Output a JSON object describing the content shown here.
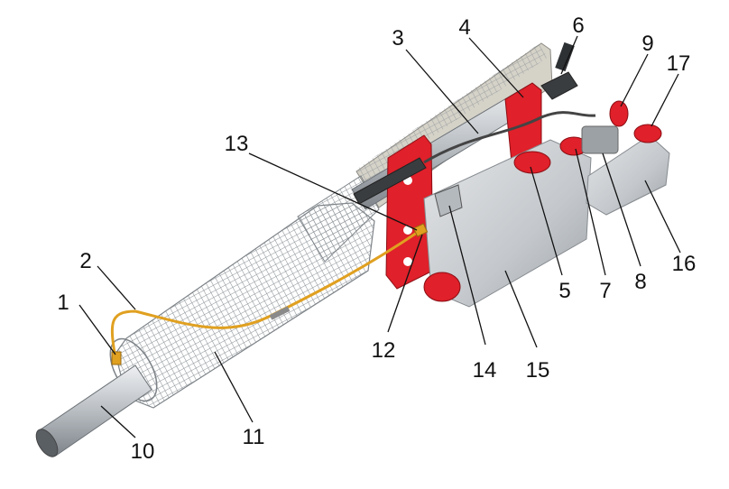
{
  "labels": [
    {
      "id": "1",
      "text": "1"
    },
    {
      "id": "2",
      "text": "2"
    },
    {
      "id": "3",
      "text": "3"
    },
    {
      "id": "4",
      "text": "4"
    },
    {
      "id": "5",
      "text": "5"
    },
    {
      "id": "6",
      "text": "6"
    },
    {
      "id": "7",
      "text": "7"
    },
    {
      "id": "8",
      "text": "8"
    },
    {
      "id": "9",
      "text": "9"
    },
    {
      "id": "10",
      "text": "10"
    },
    {
      "id": "11",
      "text": "11"
    },
    {
      "id": "12",
      "text": "12"
    },
    {
      "id": "13",
      "text": "13"
    },
    {
      "id": "14",
      "text": "14"
    },
    {
      "id": "15",
      "text": "15"
    },
    {
      "id": "16",
      "text": "16"
    },
    {
      "id": "17",
      "text": "17"
    }
  ],
  "colors": {
    "background": "#ffffff",
    "metal_light": "#dcdfe2",
    "metal_mid": "#aeb3b8",
    "metal_dark": "#6f757b",
    "tank": "#c9ccd0",
    "accent_red": "#e0202a",
    "hose_orange": "#e0a020",
    "leader_line": "#111111",
    "label_text": "#111111"
  }
}
